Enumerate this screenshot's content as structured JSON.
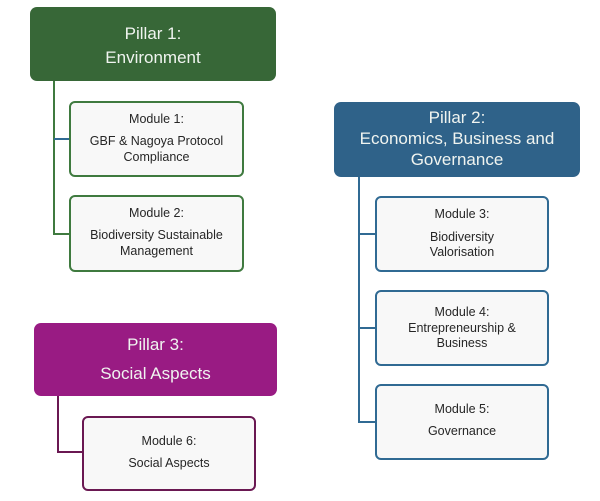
{
  "diagram": {
    "pillars": [
      {
        "id": "pillar-1",
        "lines": [
          "Pillar 1:",
          "Environment"
        ],
        "color": "#376737",
        "modules": [
          {
            "lines": [
              "Module 1:",
              "GBF & Nagoya Protocol",
              "Compliance"
            ]
          },
          {
            "lines": [
              "Module 2:",
              "Biodiversity Sustainable",
              "Management"
            ]
          }
        ]
      },
      {
        "id": "pillar-2",
        "lines": [
          "Pillar 2:",
          "Economics, Business and",
          "Governance"
        ],
        "color": "#2f6289",
        "modules": [
          {
            "lines": [
              "Module 3:",
              "Biodiversity",
              "Valorisation"
            ]
          },
          {
            "lines": [
              "Module 4:",
              "Entrepreneurship &",
              "Business"
            ]
          },
          {
            "lines": [
              "Module 5:",
              "Governance"
            ]
          }
        ]
      },
      {
        "id": "pillar-3",
        "lines": [
          "Pillar 3:",
          "Social Aspects"
        ],
        "color": "#991b83",
        "modules": [
          {
            "lines": [
              "Module 6:",
              "Social Aspects"
            ]
          }
        ]
      }
    ]
  }
}
